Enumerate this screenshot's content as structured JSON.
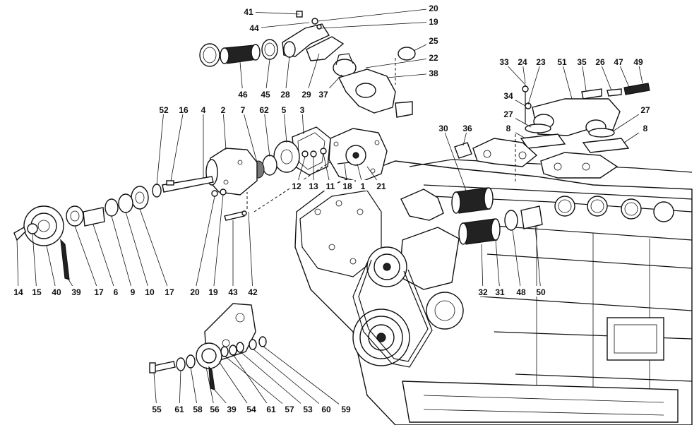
{
  "diagram": {
    "callouts": [
      {
        "id": "c41",
        "label": "41"
      },
      {
        "id": "c20a",
        "label": "20"
      },
      {
        "id": "c44",
        "label": "44"
      },
      {
        "id": "c19a",
        "label": "19"
      },
      {
        "id": "c25",
        "label": "25"
      },
      {
        "id": "c22",
        "label": "22"
      },
      {
        "id": "c38",
        "label": "38"
      },
      {
        "id": "c46",
        "label": "46"
      },
      {
        "id": "c45",
        "label": "45"
      },
      {
        "id": "c28",
        "label": "28"
      },
      {
        "id": "c29",
        "label": "29"
      },
      {
        "id": "c37",
        "label": "37"
      },
      {
        "id": "c52",
        "label": "52"
      },
      {
        "id": "c16",
        "label": "16"
      },
      {
        "id": "c4",
        "label": "4"
      },
      {
        "id": "c2",
        "label": "2"
      },
      {
        "id": "c7",
        "label": "7"
      },
      {
        "id": "c62",
        "label": "62"
      },
      {
        "id": "c5",
        "label": "5"
      },
      {
        "id": "c3",
        "label": "3"
      },
      {
        "id": "c33",
        "label": "33"
      },
      {
        "id": "c24",
        "label": "24"
      },
      {
        "id": "c23",
        "label": "23"
      },
      {
        "id": "c51",
        "label": "51"
      },
      {
        "id": "c35",
        "label": "35"
      },
      {
        "id": "c26",
        "label": "26"
      },
      {
        "id": "c47",
        "label": "47"
      },
      {
        "id": "c49",
        "label": "49"
      },
      {
        "id": "c34",
        "label": "34"
      },
      {
        "id": "c27a",
        "label": "27"
      },
      {
        "id": "c27b",
        "label": "27"
      },
      {
        "id": "c8a",
        "label": "8"
      },
      {
        "id": "c8b",
        "label": "8"
      },
      {
        "id": "c30",
        "label": "30"
      },
      {
        "id": "c36",
        "label": "36"
      },
      {
        "id": "c12",
        "label": "12"
      },
      {
        "id": "c13",
        "label": "13"
      },
      {
        "id": "c11",
        "label": "11"
      },
      {
        "id": "c18",
        "label": "18"
      },
      {
        "id": "c1",
        "label": "1"
      },
      {
        "id": "c21",
        "label": "21"
      },
      {
        "id": "c14",
        "label": "14"
      },
      {
        "id": "c15",
        "label": "15"
      },
      {
        "id": "c40",
        "label": "40"
      },
      {
        "id": "c39a",
        "label": "39"
      },
      {
        "id": "c17a",
        "label": "17"
      },
      {
        "id": "c6",
        "label": "6"
      },
      {
        "id": "c9",
        "label": "9"
      },
      {
        "id": "c10",
        "label": "10"
      },
      {
        "id": "c17b",
        "label": "17"
      },
      {
        "id": "c20b",
        "label": "20"
      },
      {
        "id": "c19b",
        "label": "19"
      },
      {
        "id": "c43",
        "label": "43"
      },
      {
        "id": "c42",
        "label": "42"
      },
      {
        "id": "c32",
        "label": "32"
      },
      {
        "id": "c31",
        "label": "31"
      },
      {
        "id": "c48",
        "label": "48"
      },
      {
        "id": "c50",
        "label": "50"
      },
      {
        "id": "c55",
        "label": "55"
      },
      {
        "id": "c61a",
        "label": "61"
      },
      {
        "id": "c58",
        "label": "58"
      },
      {
        "id": "c56",
        "label": "56"
      },
      {
        "id": "c39b",
        "label": "39"
      },
      {
        "id": "c54",
        "label": "54"
      },
      {
        "id": "c61b",
        "label": "61"
      },
      {
        "id": "c57",
        "label": "57"
      },
      {
        "id": "c53",
        "label": "53"
      },
      {
        "id": "c60",
        "label": "60"
      },
      {
        "id": "c59",
        "label": "59"
      }
    ]
  }
}
